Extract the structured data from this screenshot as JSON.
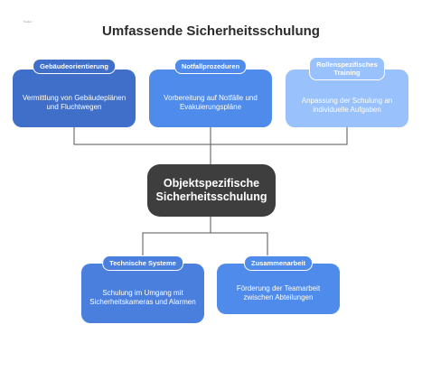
{
  "logo": {
    "text": "Napkin"
  },
  "title": "Umfassende Sicherheitsschulung",
  "center": {
    "label": "Objektspezifische Sicherheitsschulung"
  },
  "top_nodes": [
    {
      "title": "Gebäudeorientierung",
      "text": "Vermittlung von Gebäudeplänen und Fluchtwegen",
      "color": "#3f6fc9"
    },
    {
      "title": "Notfallprozeduren",
      "text": "Vorbereitung auf Notfälle und Evakuierungspläne",
      "color": "#4f8bea"
    },
    {
      "title": "Rollenspezifisches Training",
      "text": "Anpassung der Schulung an individuelle Aufgaben",
      "color": "#99c1fb"
    }
  ],
  "bottom_nodes": [
    {
      "title": "Technische Systeme",
      "text": "Schulung im Umgang mit Sicherheitskameras und Alarmen",
      "color": "#4a7fdd"
    },
    {
      "title": "Zusammenarbeit",
      "text": "Förderung der Teamarbeit zwischen Abteilungen",
      "color": "#4f8bea"
    }
  ],
  "colors": {
    "connector": "#555555",
    "center": "#3e3e3e"
  }
}
